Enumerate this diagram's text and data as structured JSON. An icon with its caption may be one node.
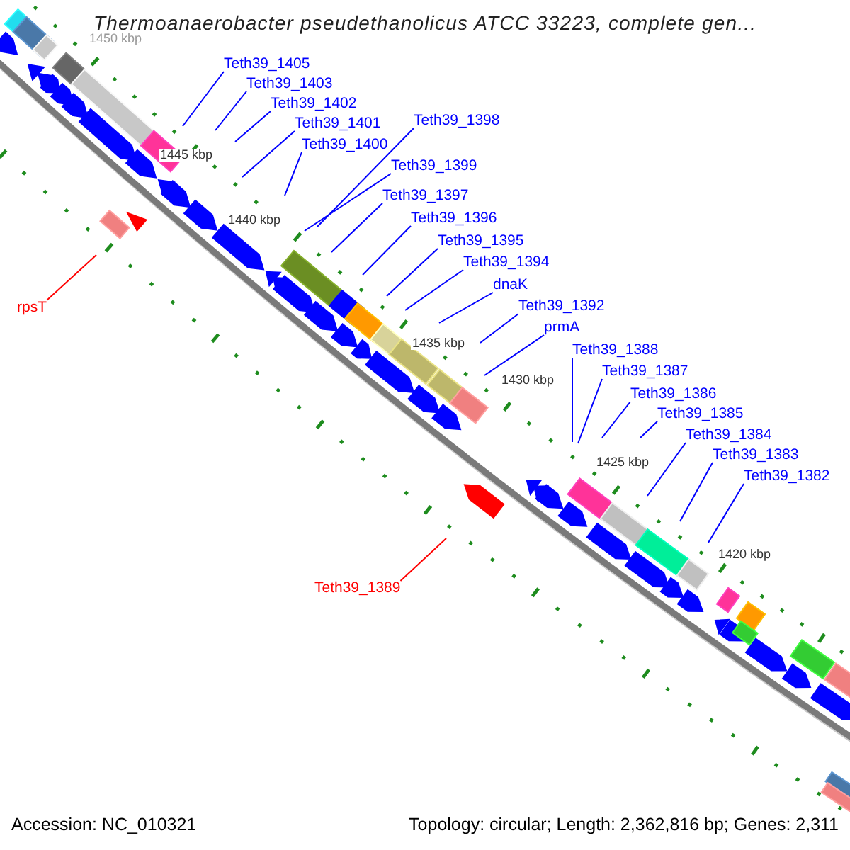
{
  "diagram": {
    "title": "Thermoanaerobacter pseudethanolicus ATCC 33223, complete gen...",
    "nodes": [
      {
        "text": [
          "Teth39_1405"
        ]
      },
      {
        "text": [
          "Teth39_1403"
        ]
      },
      {
        "text": [
          "Teth39_1402"
        ]
      },
      {
        "text": [
          "Teth39_1401"
        ]
      },
      {
        "text": [
          "Teth39_1398"
        ]
      },
      {
        "text": [
          "Teth39_1400"
        ]
      },
      {
        "text": [
          "Teth39_1399"
        ]
      },
      {
        "text": [
          "Teth39_1397"
        ]
      },
      {
        "text": [
          "Teth39_1396"
        ]
      },
      {
        "text": [
          "Teth39_1395"
        ]
      },
      {
        "text": [
          "Teth39_1394"
        ]
      },
      {
        "text": [
          "dnaK"
        ]
      },
      {
        "text": [
          "Teth39_1392"
        ]
      },
      {
        "text": [
          "prmA"
        ]
      },
      {
        "text": [
          "Teth39_1388"
        ]
      },
      {
        "text": [
          "Teth39_1387"
        ]
      },
      {
        "text": [
          "Teth39_1386"
        ]
      },
      {
        "text": [
          "Teth39_1385"
        ]
      },
      {
        "text": [
          "Teth39_1384"
        ]
      },
      {
        "text": [
          "Teth39_1383"
        ]
      },
      {
        "text": [
          "Teth39_1382"
        ]
      },
      {
        "text": [
          "rpsT"
        ]
      },
      {
        "text": [
          "Teth39_1389"
        ]
      }
    ],
    "edges": [
      {
        "from": 0,
        "to": null,
        "arrow": "none"
      },
      {
        "from": 1,
        "to": null,
        "arrow": "none"
      },
      {
        "from": 2,
        "to": null,
        "arrow": "none"
      },
      {
        "from": 3,
        "to": null,
        "arrow": "none"
      },
      {
        "from": 4,
        "to": null,
        "arrow": "none"
      },
      {
        "from": 5,
        "to": null,
        "arrow": "none"
      },
      {
        "from": 6,
        "to": null,
        "arrow": "none"
      },
      {
        "from": 7,
        "to": null,
        "arrow": "none"
      },
      {
        "from": 8,
        "to": null,
        "arrow": "none"
      },
      {
        "from": 9,
        "to": null,
        "arrow": "none"
      },
      {
        "from": 10,
        "to": null,
        "arrow": "none"
      },
      {
        "from": 11,
        "to": null,
        "arrow": "none"
      },
      {
        "from": 12,
        "to": null,
        "arrow": "none"
      },
      {
        "from": 13,
        "to": null,
        "arrow": "none"
      },
      {
        "from": 14,
        "to": null,
        "arrow": "none"
      },
      {
        "from": 15,
        "to": null,
        "arrow": "none"
      },
      {
        "from": 16,
        "to": null,
        "arrow": "none"
      },
      {
        "from": 17,
        "to": null,
        "arrow": "none"
      },
      {
        "from": 18,
        "to": null,
        "arrow": "none"
      },
      {
        "from": 19,
        "to": null,
        "arrow": "none"
      },
      {
        "from": 20,
        "to": null,
        "arrow": "none"
      },
      {
        "from": 21,
        "to": null,
        "arrow": "none",
        "color": "#ff0000"
      },
      {
        "from": 22,
        "to": null,
        "arrow": "none",
        "color": "#ff0000"
      }
    ],
    "labels": [
      "1450 kbp",
      "1445 kbp",
      "1440 kbp",
      "1435 kbp",
      "1430 kbp",
      "1425 kbp",
      "1420 kbp",
      "Accession: NC_010321",
      "Topology: circular; Length: 2,362,816 bp; Genes: 2,311"
    ]
  }
}
